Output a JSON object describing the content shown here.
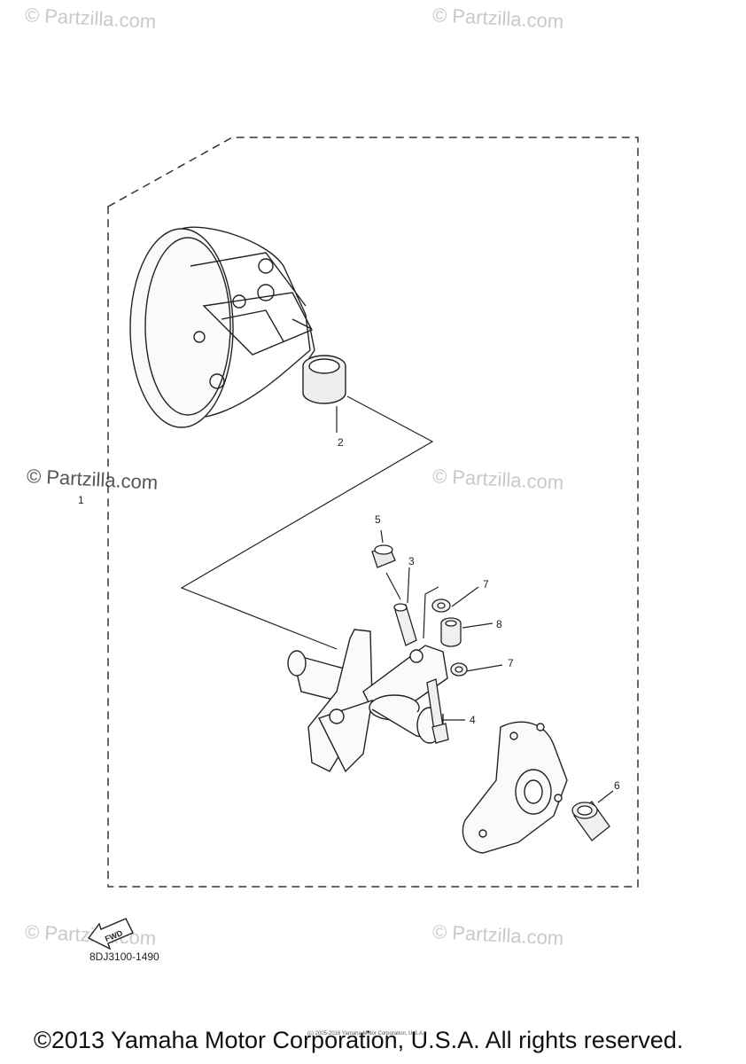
{
  "watermarks": [
    "© Partzilla.com",
    "© Partzilla.com",
    "© Partzilla.com",
    "© Partzilla.com",
    "© Partzilla.com",
    "© Partzilla.com"
  ],
  "callouts": {
    "c1": "1",
    "c2": "2",
    "c3": "3",
    "c4": "4",
    "c5": "5",
    "c6": "6",
    "c7a": "7",
    "c7b": "7",
    "c8": "8"
  },
  "fwd_label": "FWD",
  "diagram_code": "8DJ3100-1490",
  "small_copyright": "(c) 2005-2016 Yamaha Motor Corporation, U.S.A.",
  "copyright": "©2013 Yamaha Motor Corporation, U.S.A. All rights reserved."
}
